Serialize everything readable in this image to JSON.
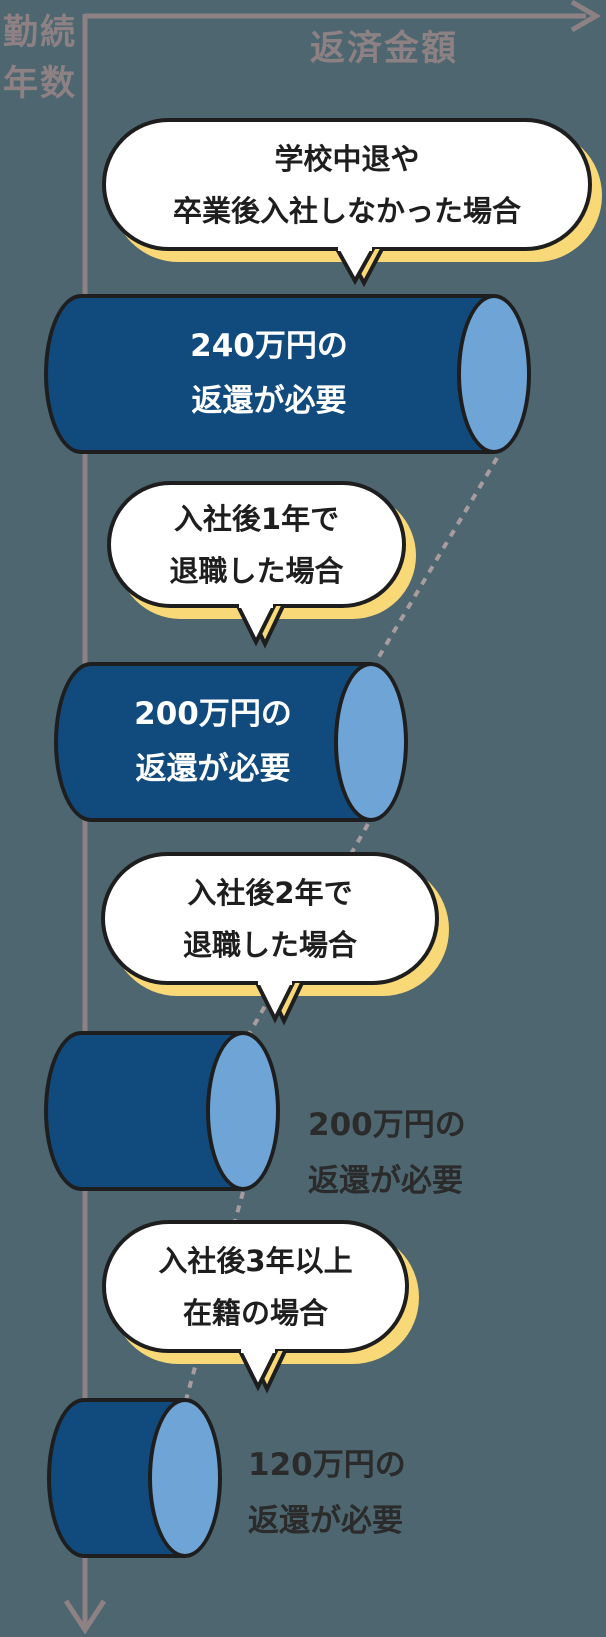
{
  "axis": {
    "y_label_line1": "勤続",
    "y_label_line2": "年数",
    "x_label": "返済金額"
  },
  "bubbles": [
    {
      "line1": "学校中退や",
      "line2": "卒業後入社しなかった場合"
    },
    {
      "line1": "入社後1年で",
      "line2": "退職した場合"
    },
    {
      "line1": "入社後2年で",
      "line2": "退職した場合"
    },
    {
      "line1": "入社後3年以上",
      "line2": "在籍の場合"
    }
  ],
  "bars": [
    {
      "amount_line1": "240万円の",
      "amount_line2": "返還が必要",
      "label_placement": "inside"
    },
    {
      "amount_line1": "200万円の",
      "amount_line2": "返還が必要",
      "label_placement": "inside"
    },
    {
      "amount_line1": "200万円の",
      "amount_line2": "返還が必要",
      "label_placement": "outside"
    },
    {
      "amount_line1": "120万円の",
      "amount_line2": "返還が必要",
      "label_placement": "outside"
    }
  ],
  "colors": {
    "background": "#4D6670",
    "cylinder_body": "#114A7D",
    "cylinder_face": "#6FA5D6",
    "outline": "#1E1E1E",
    "bubble_fill": "#FFFFFF",
    "bubble_shadow_yellow": "#F9D877",
    "axis": "#8E8183",
    "dashed_line": "#A89C9E",
    "inside_text": "#FFFFFF",
    "outside_text": "#2B2B2B"
  },
  "chart_data": {
    "type": "bar",
    "orientation": "horizontal",
    "title": "",
    "xlabel": "返済金額",
    "ylabel": "勤続年数",
    "categories": [
      "学校中退や卒業後入社しなかった場合",
      "入社後1年で退職した場合",
      "入社後2年で退職した場合",
      "入社後3年以上在籍の場合"
    ],
    "values": [
      240,
      200,
      200,
      120
    ],
    "unit": "万円",
    "value_labels": [
      "240万円の返還が必要",
      "200万円の返還が必要",
      "200万円の返還が必要",
      "120万円の返還が必要"
    ],
    "legend": [],
    "grid": false,
    "notes": "Stylized cylinder bar chart; bar length decreases with years of service; dashed guide line connects cylinder ends"
  }
}
